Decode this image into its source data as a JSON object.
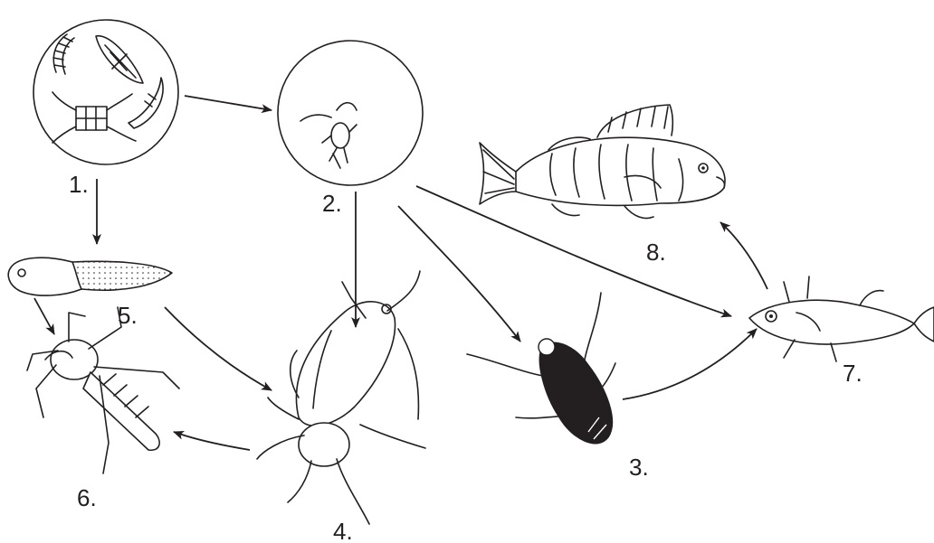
{
  "colors": {
    "ink": "#231f20",
    "background": "#ffffff"
  },
  "labels": {
    "n1": "1.",
    "n2": "2.",
    "n3": "3.",
    "n4": "4.",
    "n5": "5.",
    "n6": "6.",
    "n7": "7.",
    "n8": "8."
  }
}
